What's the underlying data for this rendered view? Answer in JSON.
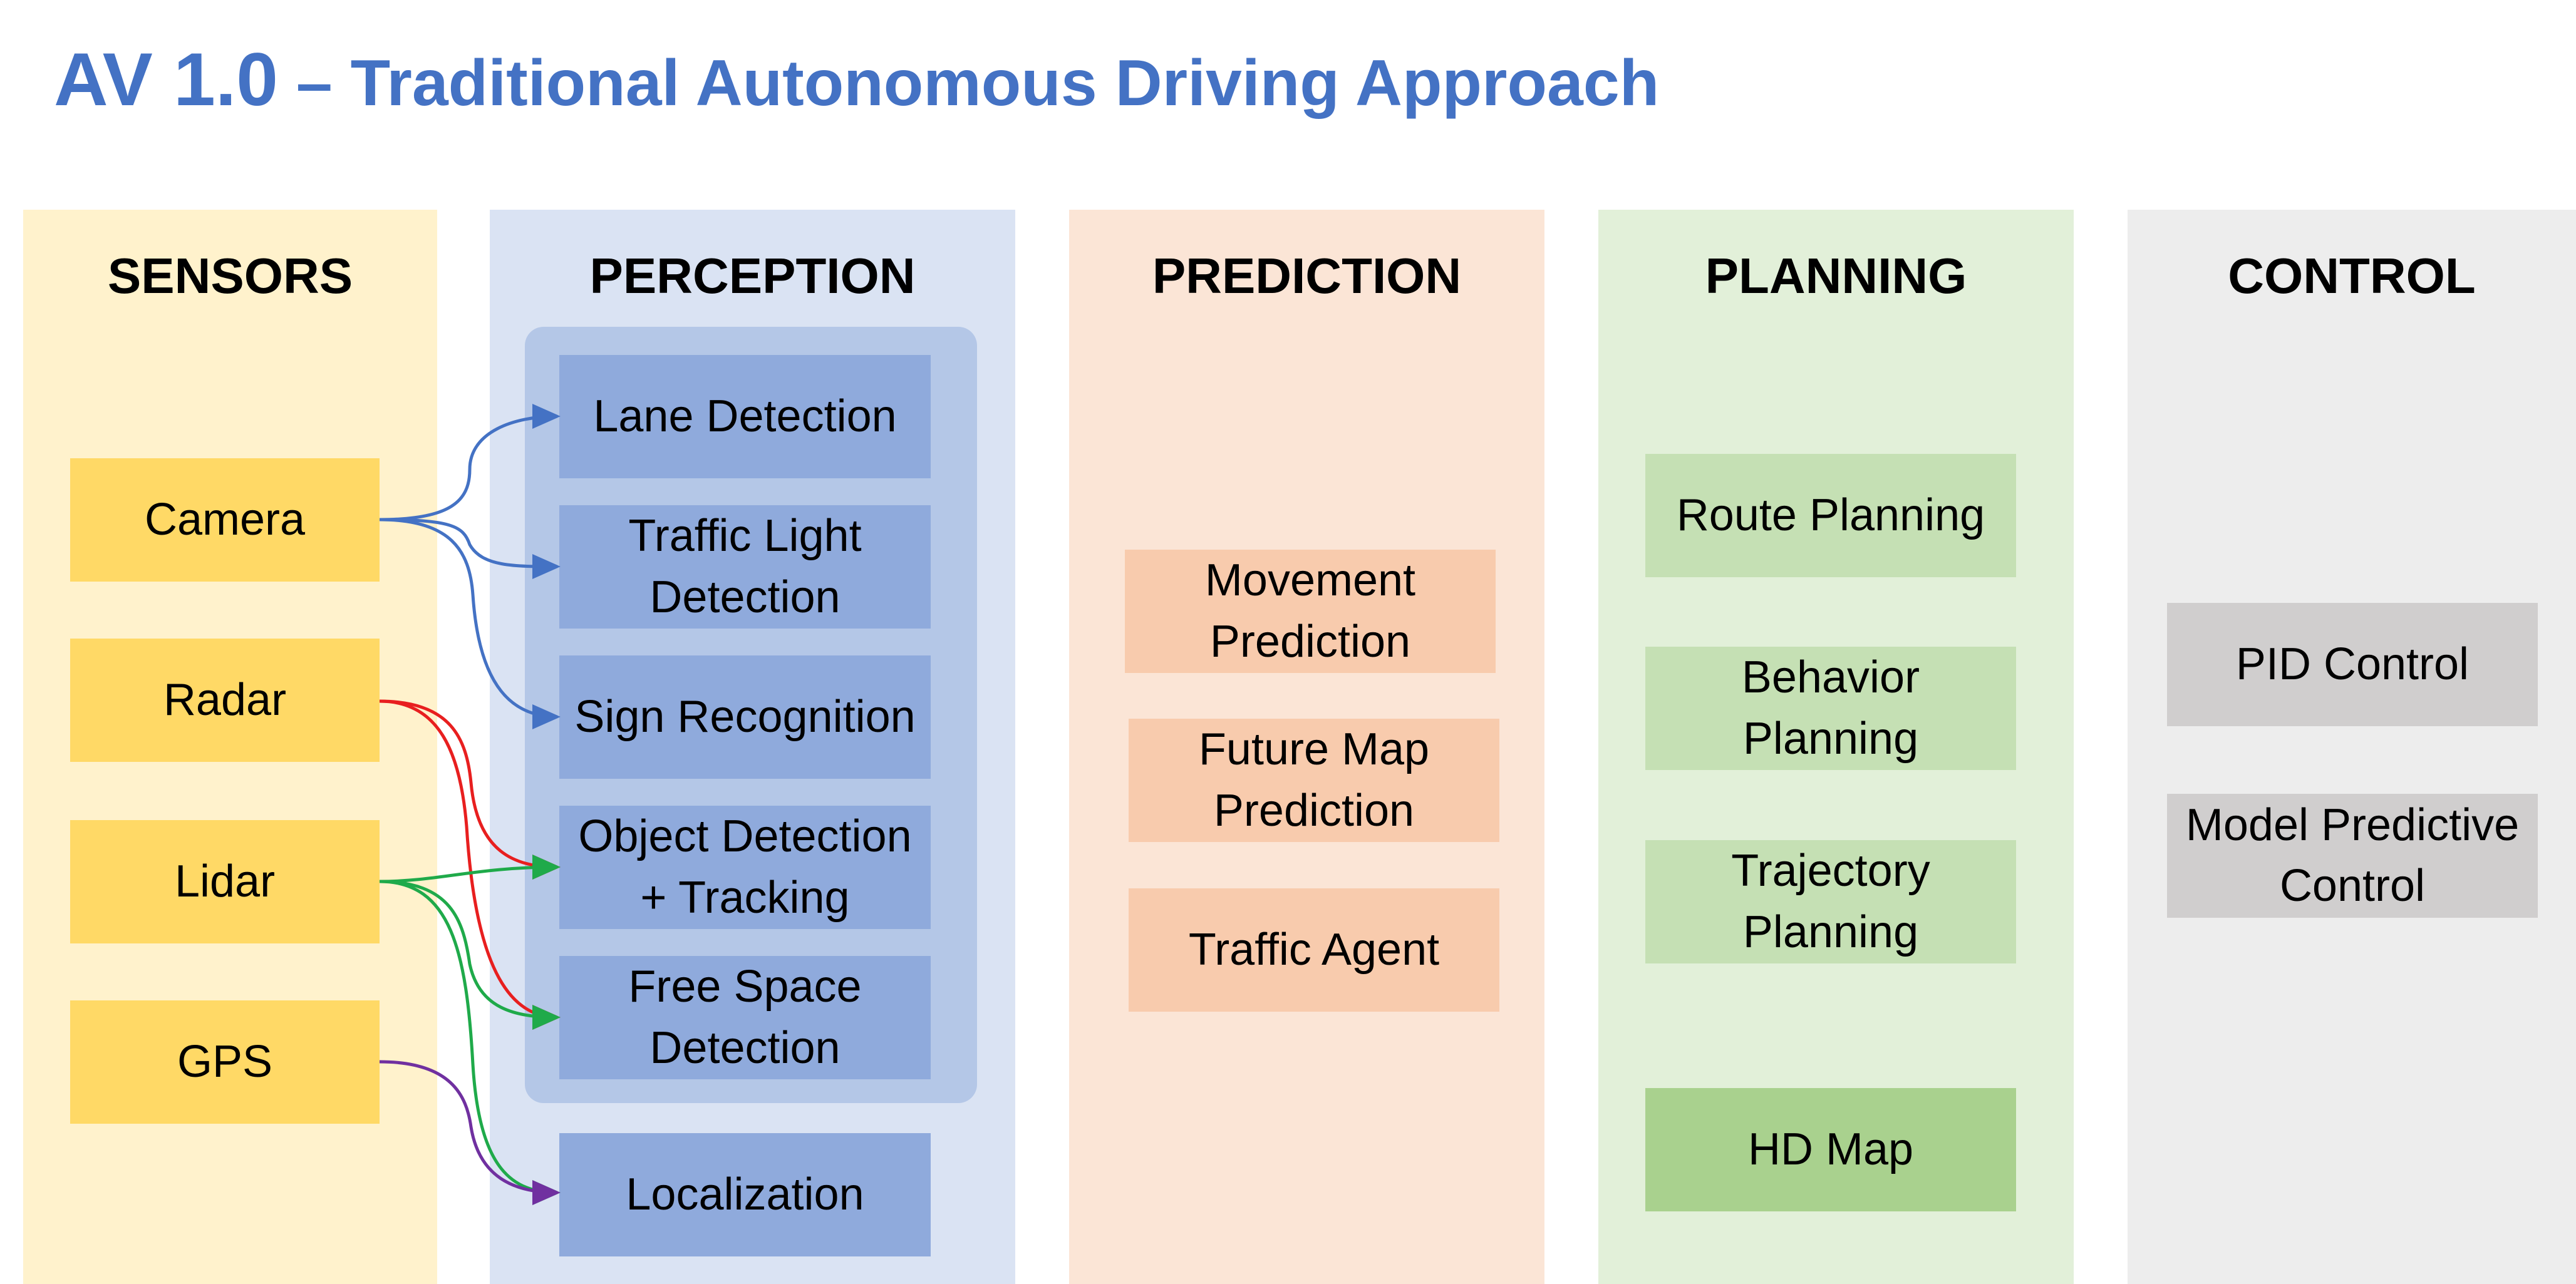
{
  "title": {
    "main": "AV 1.0",
    "sub": " – Traditional Autonomous Driving Approach"
  },
  "columns": {
    "sensors": "SENSORS",
    "perception": "PERCEPTION",
    "prediction": "PREDICTION",
    "planning": "PLANNING",
    "control": "CONTROL"
  },
  "sensors": [
    "Camera",
    "Radar",
    "Lidar",
    "GPS"
  ],
  "perception": [
    "Lane Detection",
    "Traffic Light Detection",
    "Sign Recognition",
    "Object Detection + Tracking",
    "Free Space Detection",
    "Localization"
  ],
  "prediction": [
    "Movement Prediction",
    "Future Map Prediction",
    "Traffic Agent"
  ],
  "planning": [
    "Route Planning",
    "Behavior Planning",
    "Trajectory Planning",
    "HD Map"
  ],
  "control": [
    "PID Control",
    "Model Predictive Control"
  ],
  "colors": {
    "title": "#4472c4",
    "camera_links": "#4472c4",
    "radar_links": "#e81f1f",
    "lidar_links": "#1faa4a",
    "gps_links": "#7030a0"
  }
}
